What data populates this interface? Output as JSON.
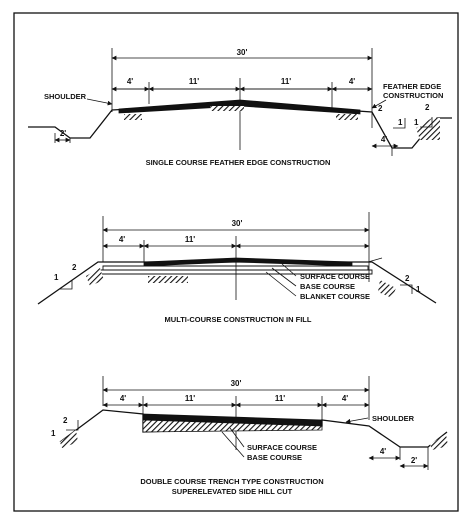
{
  "diagram1": {
    "total_width": "30'",
    "segments": [
      "4'",
      "11'",
      "11'",
      "4'"
    ],
    "shoulder_label": "SHOULDER",
    "feather_label_line1": "FEATHER EDGE",
    "feather_label_line2": "CONSTRUCTION",
    "ditch_width": "2'",
    "right_width": "4'",
    "slope_a_run": "2",
    "slope_a_rise": "1",
    "slope_b_run": "2",
    "slope_b_rise": "1",
    "caption": "SINGLE COURSE FEATHER EDGE CONSTRUCTION"
  },
  "diagram2": {
    "total_width": "30'",
    "segments": [
      "4'",
      "11'"
    ],
    "left_slope_run": "2",
    "left_slope_rise": "1",
    "right_slope_run": "2",
    "right_slope_rise": "1",
    "surface_label": "SURFACE COURSE",
    "base_label": "BASE COURSE",
    "blanket_label": "BLANKET COURSE",
    "caption": "MULTI-COURSE CONSTRUCTION IN FILL"
  },
  "diagram3": {
    "total_width": "30'",
    "segments": [
      "4'",
      "11'",
      "11'",
      "4'"
    ],
    "left_slope_run": "2",
    "left_slope_rise": "1",
    "shoulder_label": "SHOULDER",
    "surface_label": "SURFACE COURSE",
    "base_label": "BASE COURSE",
    "ditch_left": "4'",
    "ditch_right": "2'",
    "caption_line1": "DOUBLE COURSE TRENCH TYPE CONSTRUCTION",
    "caption_line2": "SUPERELEVATED SIDE HILL CUT"
  }
}
